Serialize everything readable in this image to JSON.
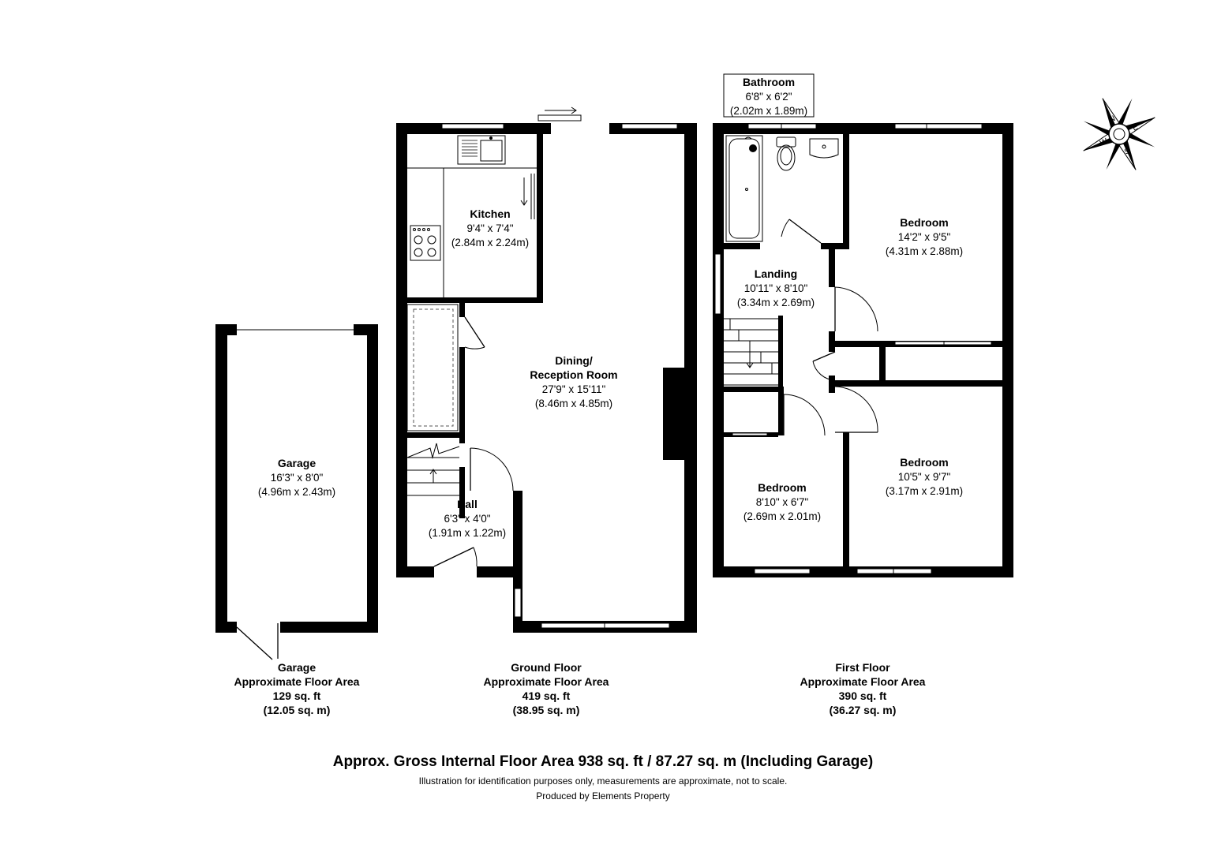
{
  "rooms": {
    "kitchen": {
      "name": "Kitchen",
      "imperial": "9'4\" x 7'4\"",
      "metric": "(2.84m x 2.24m)"
    },
    "dining": {
      "name1": "Dining/",
      "name2": "Reception Room",
      "imperial": "27'9\" x 15'11\"",
      "metric": "(8.46m x 4.85m)"
    },
    "hall": {
      "name": "Hall",
      "imperial": "6'3\" x 4'0\"",
      "metric": "(1.91m x 1.22m)"
    },
    "garage": {
      "name": "Garage",
      "imperial": "16'3\" x 8'0\"",
      "metric": "(4.96m x 2.43m)"
    },
    "bathroom": {
      "name": "Bathroom",
      "imperial": "6'8\" x 6'2\"",
      "metric": "(2.02m x 1.89m)"
    },
    "landing": {
      "name": "Landing",
      "imperial": "10'11\" x 8'10\"",
      "metric": "(3.34m x 2.69m)"
    },
    "bedroom1": {
      "name": "Bedroom",
      "imperial": "14'2\" x 9'5\"",
      "metric": "(4.31m x 2.88m)"
    },
    "bedroom2": {
      "name": "Bedroom",
      "imperial": "10'5\" x 9'7\"",
      "metric": "(3.17m x 2.91m)"
    },
    "bedroom3": {
      "name": "Bedroom",
      "imperial": "8'10\" x 6'7\"",
      "metric": "(2.69m x 2.01m)"
    }
  },
  "areas": {
    "garage": {
      "title": "Garage",
      "label": "Approximate Floor Area",
      "sqft": "129 sq. ft",
      "sqm": "(12.05 sq. m)"
    },
    "ground": {
      "title": "Ground Floor",
      "label": "Approximate Floor Area",
      "sqft": "419 sq. ft",
      "sqm": "(38.95 sq. m)"
    },
    "first": {
      "title": "First Floor",
      "label": "Approximate Floor Area",
      "sqft": "390 sq. ft",
      "sqm": "(36.27 sq. m)"
    }
  },
  "compass": {
    "n": "N",
    "e": "E",
    "s": "S",
    "w": "W"
  },
  "footer": {
    "total": "Approx. Gross Internal Floor Area 938 sq. ft / 87.27 sq. m (Including Garage)",
    "disclaimer": "Illustration for identification purposes only, measurements are approximate, not to scale.",
    "producer": "Produced by Elements Property"
  }
}
